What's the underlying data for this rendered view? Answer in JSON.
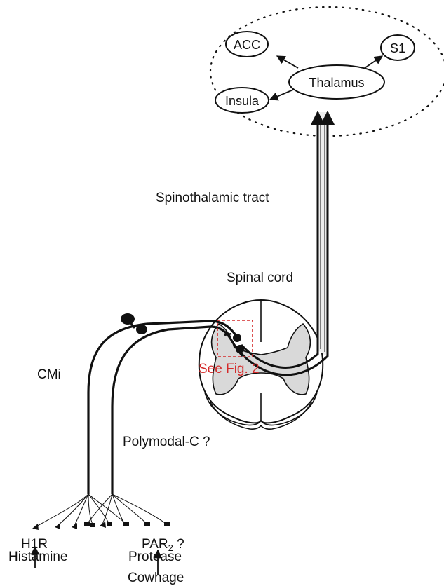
{
  "labels": {
    "acc": "ACC",
    "s1": "S1",
    "thalamus": "Thalamus",
    "insula": "Insula",
    "spinothalamic_tract": "Spinothalamic tract",
    "spinal_cord": "Spinal cord",
    "see_fig": "See Fig. 2",
    "cmi": "CMi",
    "polymodal_c": "Polymodal-C ?",
    "h1r": "H1R",
    "par2_base": "PAR",
    "par2_sub": "2",
    "par2_q": " ?",
    "histamine": "Histamine",
    "protease": "Protease",
    "cowhage": "Cowhage"
  },
  "colors": {
    "ink": "#111111",
    "highlight_red": "#d42a2a",
    "gray_matter": "#d9d9d9",
    "tract_fill": "#ececec"
  }
}
